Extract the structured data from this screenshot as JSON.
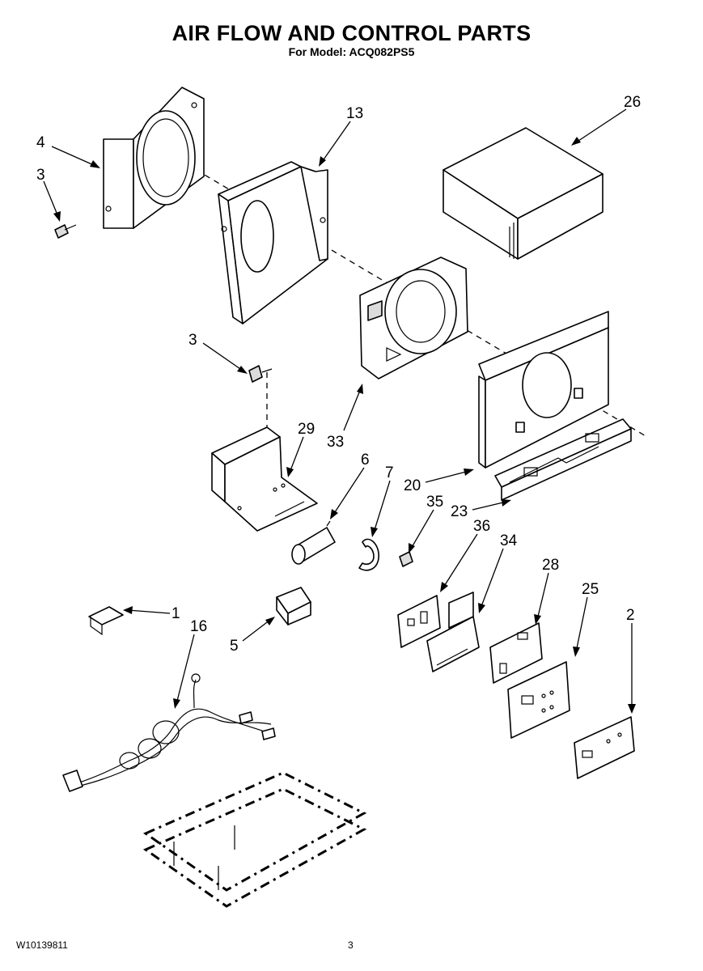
{
  "header": {
    "title": "AIR FLOW AND CONTROL PARTS",
    "subtitle": "For Model: ACQ082PS5"
  },
  "footer": {
    "doc_number": "W10139811",
    "page_number": "3"
  },
  "callouts": {
    "c26": "26",
    "c13": "13",
    "c4": "4",
    "c3a": "3",
    "c3b": "3",
    "c29": "29",
    "c33": "33",
    "c6": "6",
    "c7": "7",
    "c35": "35",
    "c20": "20",
    "c23": "23",
    "c36": "36",
    "c34": "34",
    "c28": "28",
    "c25": "25",
    "c2": "2",
    "c1": "1",
    "c16": "16",
    "c5": "5"
  }
}
